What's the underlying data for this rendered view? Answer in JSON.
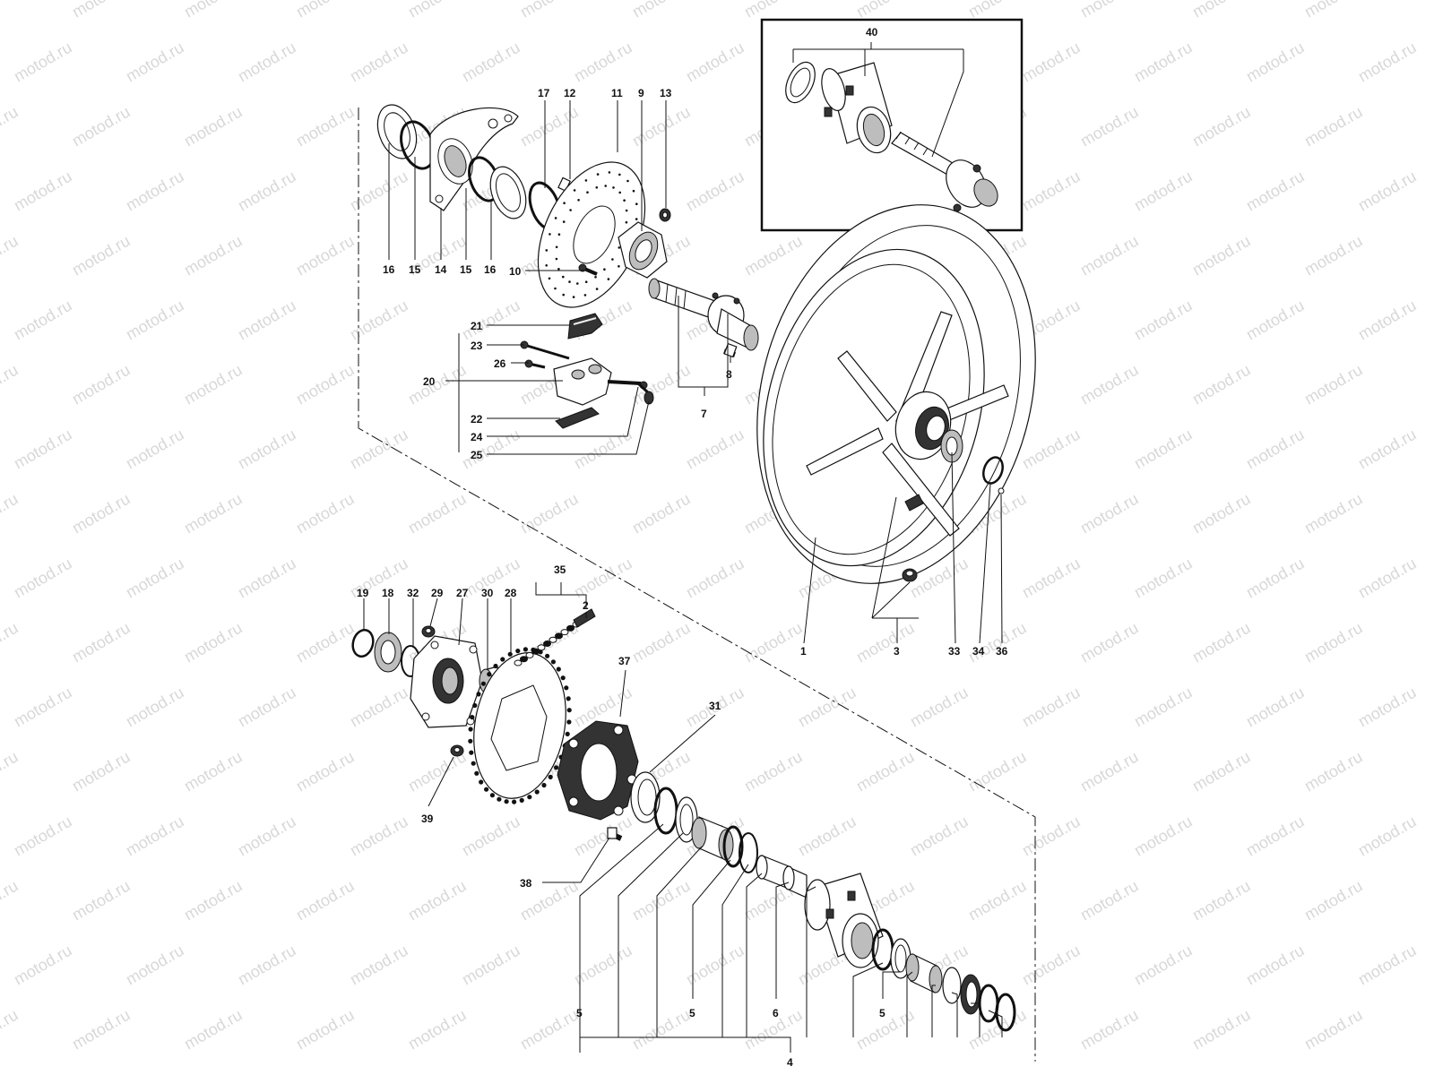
{
  "watermark": "motod.ru",
  "labels": {
    "p1": "1",
    "p2": "2",
    "p3": "3",
    "p4": "4",
    "p5a": "5",
    "p5b": "5",
    "p5c": "5",
    "p6": "6",
    "p7": "7",
    "p8": "8",
    "p9": "9",
    "p10": "10",
    "p11": "11",
    "p12": "12",
    "p13": "13",
    "p14": "14",
    "p15a": "15",
    "p15b": "15",
    "p16a": "16",
    "p16b": "16",
    "p17": "17",
    "p18": "18",
    "p19": "19",
    "p20": "20",
    "p21": "21",
    "p22": "22",
    "p23": "23",
    "p24": "24",
    "p25": "25",
    "p26": "26",
    "p27": "27",
    "p28": "28",
    "p29": "29",
    "p30": "30",
    "p31": "31",
    "p32": "32",
    "p33": "33",
    "p34": "34",
    "p35": "35",
    "p36": "36",
    "p37": "37",
    "p38": "38",
    "p39": "39",
    "p40": "40"
  }
}
